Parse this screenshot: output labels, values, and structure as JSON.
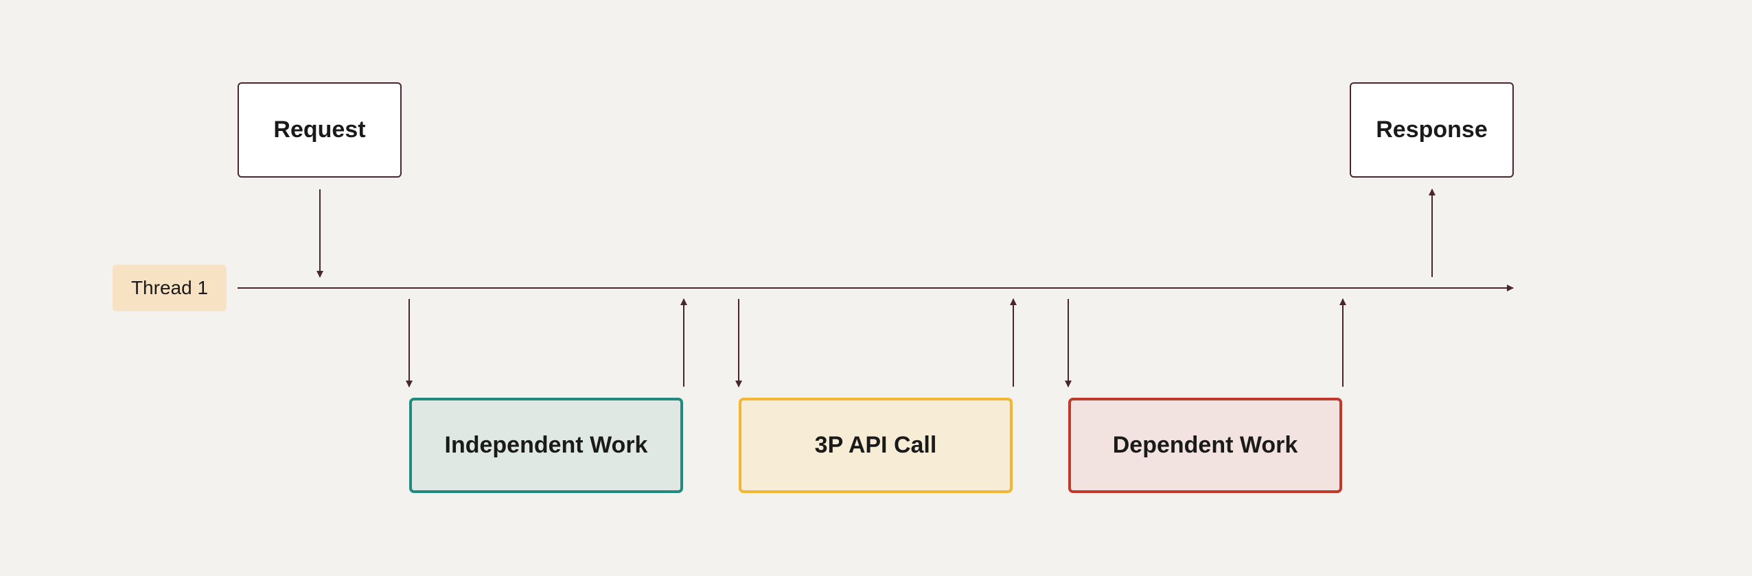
{
  "diagram": {
    "thread_label": "Thread 1",
    "request_label": "Request",
    "response_label": "Response",
    "steps": [
      {
        "label": "Independent Work",
        "border_color": "#1F8A7D",
        "fill_color": "#E0E8E3"
      },
      {
        "label": "3P API Call",
        "border_color": "#F2B632",
        "fill_color": "#F7ECD6"
      },
      {
        "label": "Dependent Work",
        "border_color": "#C0392B",
        "fill_color": "#F2E3E0"
      }
    ]
  },
  "colors": {
    "background": "#F4F2EE",
    "line": "#4A2430",
    "thread_label_fill": "#F7E3C3"
  }
}
